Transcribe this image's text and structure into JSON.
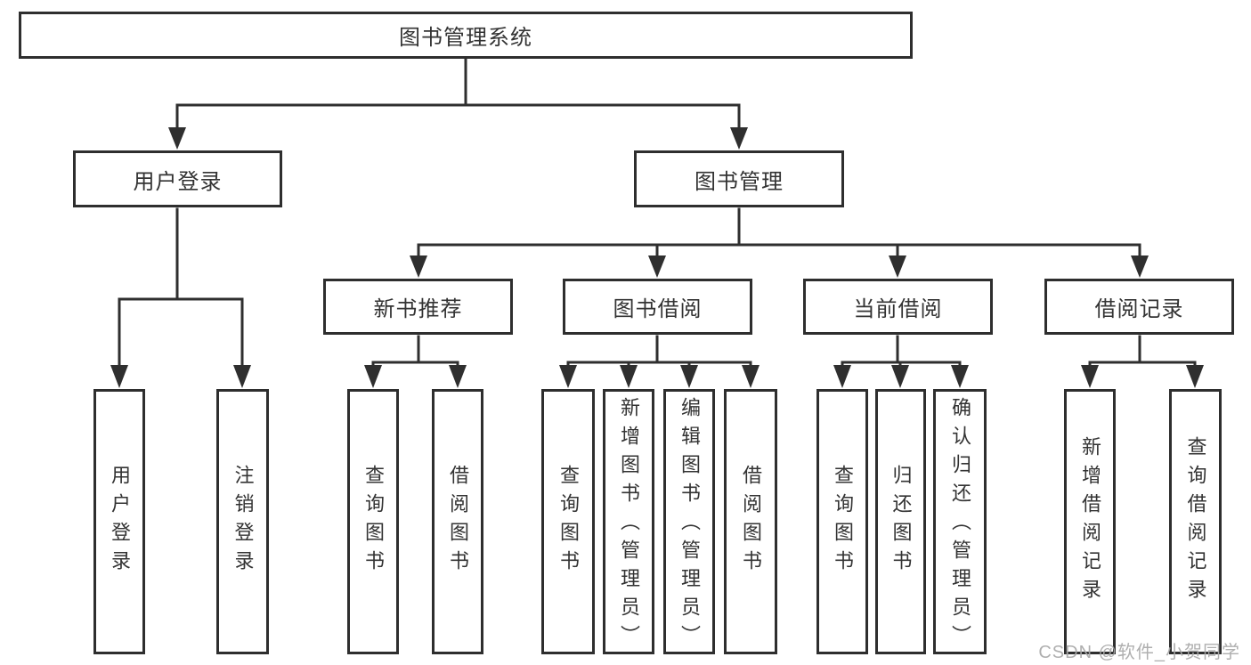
{
  "tree": {
    "label": "图书管理系统",
    "children": [
      {
        "label": "用户登录",
        "children": [
          {
            "label": "用户登录"
          },
          {
            "label": "注销登录"
          }
        ]
      },
      {
        "label": "图书管理",
        "children": [
          {
            "label": "新书推荐",
            "children": [
              {
                "label": "查询图书"
              },
              {
                "label": "借阅图书"
              }
            ]
          },
          {
            "label": "图书借阅",
            "children": [
              {
                "label": "查询图书"
              },
              {
                "label": "新增图书（管理员）"
              },
              {
                "label": "编辑图书（管理员）"
              },
              {
                "label": "借阅图书"
              }
            ]
          },
          {
            "label": "当前借阅",
            "children": [
              {
                "label": "查询图书"
              },
              {
                "label": "归还图书"
              },
              {
                "label": "确认归还（管理员）"
              }
            ]
          },
          {
            "label": "借阅记录",
            "children": [
              {
                "label": "新增借阅记录"
              },
              {
                "label": "查询借阅记录"
              }
            ]
          }
        ]
      }
    ]
  },
  "watermark": {
    "text": "CSDN @软件_小贺同学"
  },
  "colors": {
    "line": "#2f2f2f",
    "box_border": "#2e2e2e",
    "text": "#333333",
    "watermark": "#a8a8a8",
    "background": "#ffffff"
  }
}
